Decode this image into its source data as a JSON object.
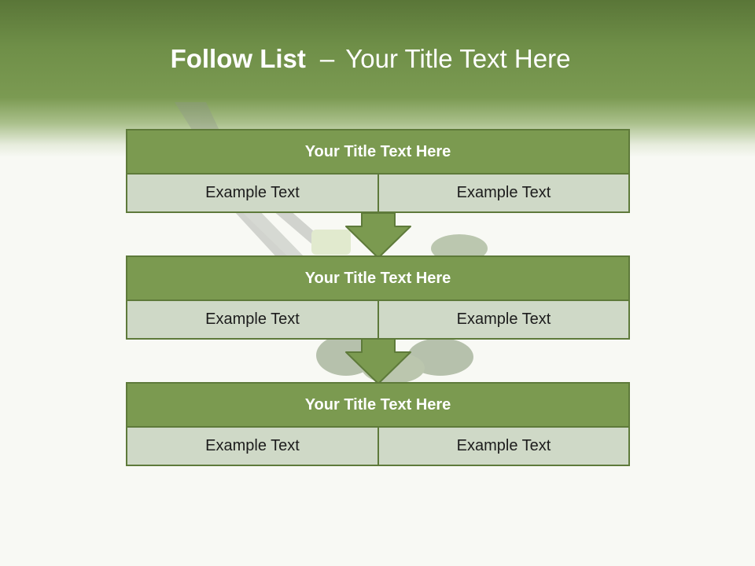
{
  "slide": {
    "title_bold": "Follow List",
    "title_dash": "–",
    "title_rest": "Your Title Text Here"
  },
  "blocks": [
    {
      "title": "Your Title Text Here",
      "left": "Example Text",
      "right": "Example Text"
    },
    {
      "title": "Your Title Text Here",
      "left": "Example Text",
      "right": "Example Text"
    },
    {
      "title": "Your Title Text Here",
      "left": "Example Text",
      "right": "Example Text"
    }
  ],
  "colors": {
    "header_green": "#7b9a52",
    "title_fill": "#7b9a50",
    "border": "#5e7a3a",
    "cell_fill": "#cfd9c7",
    "arrow_fill": "#7b9a50"
  },
  "icons": {
    "background": "fork-broccoli-photo",
    "connector": "down-arrow"
  }
}
